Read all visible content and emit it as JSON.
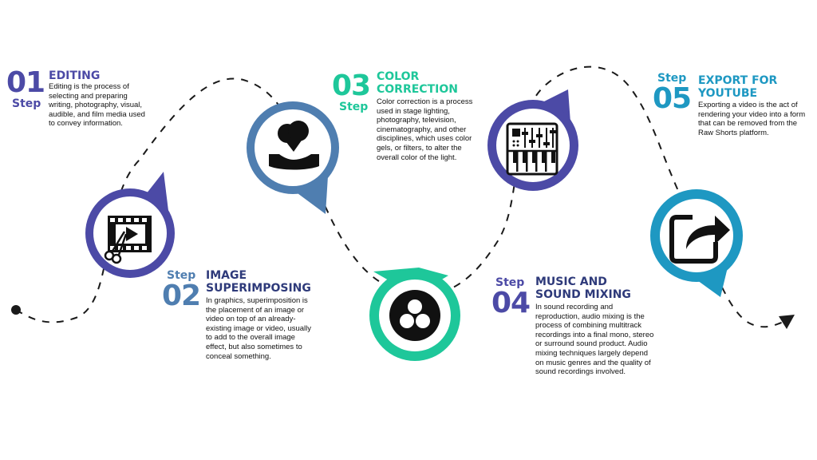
{
  "colors": {
    "step1": "#4c4aa6",
    "step2": "#4f7eb0",
    "step3": "#1ec79a",
    "step4": "#4c4aa6",
    "step5": "#1e98c2",
    "path": "#1a1a1a"
  },
  "steps": [
    {
      "number": "01",
      "step_label": "Step",
      "title": "EDITING",
      "description": "Editing is the process of selecting and preparing writing, photography, visual, audible, and film media used to convey information.",
      "icon": "film-scissors-icon"
    },
    {
      "number": "02",
      "step_label": "Step",
      "title": "IMAGE SUPERIMPOSING",
      "description": "In graphics, superimposition is the placement of an image or video on top of an already-existing image or video, usually to add to the overall image effect, but also sometimes to conceal something.",
      "icon": "layered-image-icon"
    },
    {
      "number": "03",
      "step_label": "Step",
      "title": "COLOR CORRECTION",
      "description": "Color correction is a process used in stage lighting, photography, television, cinematography, and other disciplines, which uses color gels, or filters, to alter the overall color of the light.",
      "icon": "color-wheels-icon"
    },
    {
      "number": "04",
      "step_label": "Step",
      "title": "MUSIC AND SOUND MIXING",
      "description": "In sound recording and reproduction, audio mixing is the process of combining multitrack recordings into a final mono, stereo or surround sound product. Audio mixing techniques largely depend on music genres and the quality of sound recordings involved.",
      "icon": "mixer-keyboard-icon"
    },
    {
      "number": "05",
      "step_label": "Step",
      "title": "EXPORT FOR YOUTUBE",
      "description": "Exporting a video is the act of rendering your video into a form that can be removed from the Raw Shorts platform.",
      "icon": "share-export-icon"
    }
  ]
}
